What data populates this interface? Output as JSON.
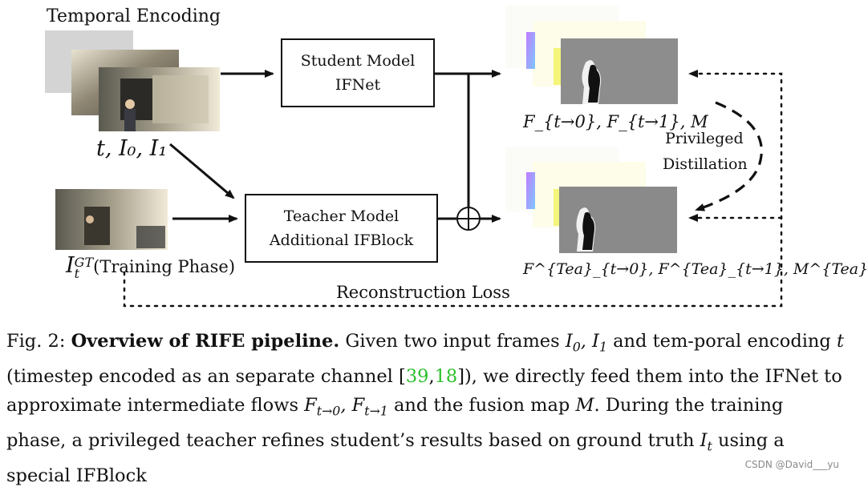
{
  "figure": {
    "temporal_encoding_label": "Temporal Encoding",
    "input_label": "t, I₀, I₁",
    "gt_label_symbol": "I",
    "gt_label_sub": "t",
    "gt_label_sup": "GT",
    "gt_label_suffix": "(Training Phase)",
    "student": {
      "line1": "Student Model",
      "line2": "IFNet"
    },
    "teacher": {
      "line1": "Teacher Model",
      "line2": "Additional IFBlock"
    },
    "student_output": "F_{t→0}, F_{t→1}, M",
    "teacher_output": "F^{Tea}_{t→0}, F^{Tea}_{t→1}, M^{Tea}",
    "distill_line1": "Privileged",
    "distill_line2": "Distillation",
    "recon_loss": "Reconstruction Loss"
  },
  "caption": {
    "prefix": "Fig. 2: ",
    "title": "Overview of RIFE pipeline.",
    "t1": " Given two input frames ",
    "t2": " and tem-poral encoding ",
    "t3": " (timestep encoded as an separate channel [",
    "cite1": "39",
    "comma": ",",
    "cite2": "18",
    "t4": "]), we directly feed them into the IFNet to approximate intermediate flows ",
    "t5": " and the fusion map ",
    "t6": ". During the training phase, a privileged teacher refines student’s results based on ground truth ",
    "t7": " using a special IFBlock"
  },
  "watermark": "CSDN @David___yu"
}
